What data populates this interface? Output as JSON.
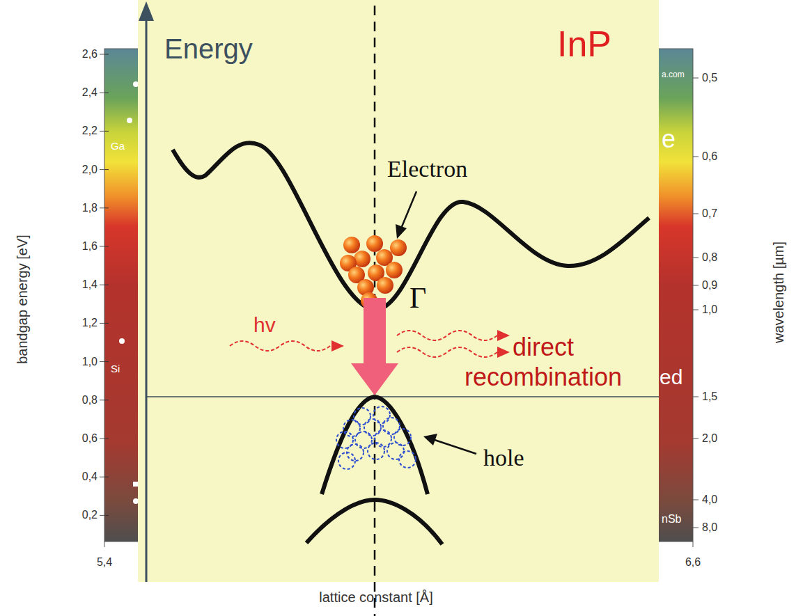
{
  "diagram": {
    "title": "InP",
    "labels": [
      "Energy",
      "Electron",
      "Γ",
      "hv",
      "direct recombination",
      "hole",
      "2,6",
      "2,4",
      "2,2",
      "2,0",
      "1,8",
      "1,6",
      "1,4",
      "1,2",
      "1,0",
      "0,8",
      "0,6",
      "0,4",
      "0,2",
      "bandgap energy [eV]",
      "0,5",
      "0,6",
      "0,7",
      "0,8",
      "0,9",
      "1,0",
      "1,5",
      "2,0",
      "4,0",
      "8,0",
      "wavelength [µm]",
      "5,4",
      "6,6",
      "lattice constant [Å]",
      "Ga",
      "Si",
      "e",
      "ed",
      "a.com",
      "nSb"
    ]
  }
}
